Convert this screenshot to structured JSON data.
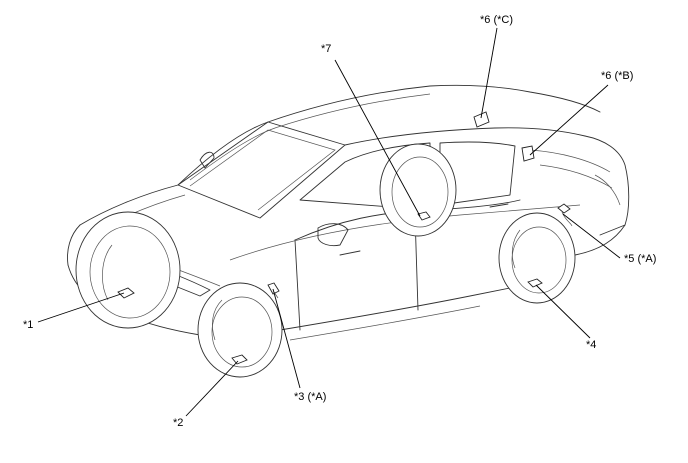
{
  "callouts": {
    "c1": "*1",
    "c2": "*2",
    "c3": "*3 (*A)",
    "c4": "*4",
    "c5": "*5 (*A)",
    "c6b": "*6 (*B)",
    "c6c": "*6 (*C)",
    "c7": "*7"
  },
  "colors": {
    "line": "#333333",
    "text": "#000000",
    "background": "#ffffff"
  }
}
